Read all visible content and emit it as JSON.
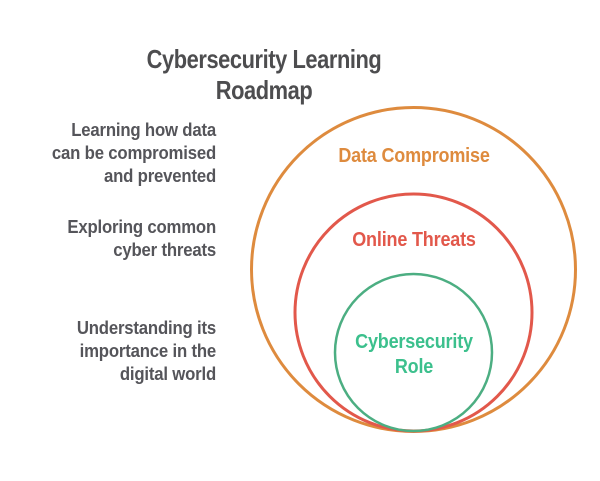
{
  "title": "Cybersecurity Learning Roadmap",
  "colors": {
    "title": "#4d4d4f",
    "side_text": "#55555a",
    "orange": "#de8b3e",
    "red": "#e2584b",
    "green": "#4cae82",
    "green_text": "#3cc08d",
    "background": "#ffffff"
  },
  "side_labels": [
    {
      "text": "Learning how data\ncan be compromised\nand prevented"
    },
    {
      "text": "Exploring common\ncyber threats"
    },
    {
      "text": "Understanding its\nimportance in the\ndigital world"
    }
  ],
  "rings": [
    {
      "label": "Data Compromise"
    },
    {
      "label": "Online Threats"
    },
    {
      "label": "Cybersecurity\nRole"
    }
  ]
}
